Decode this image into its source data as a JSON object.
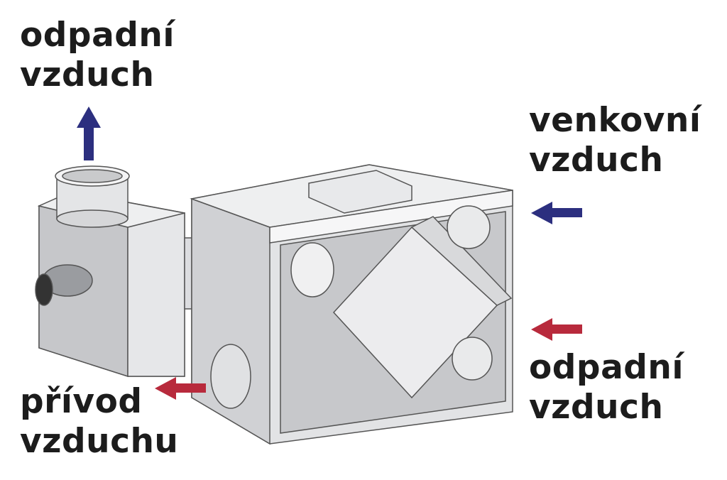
{
  "labels": {
    "top_left": {
      "line1": "odpadní",
      "line2": "vzduch"
    },
    "right_top": {
      "line1": "venkovní",
      "line2": "vzduch"
    },
    "right_bottom": {
      "line1": "odpadní",
      "line2": "vzduch"
    },
    "bottom_left": {
      "line1": "přívod",
      "line2": "vzduchu"
    }
  },
  "colors": {
    "blue_arrow": "#2c2f7f",
    "red_arrow": "#b82a3c",
    "text": "#1c1c1c"
  }
}
